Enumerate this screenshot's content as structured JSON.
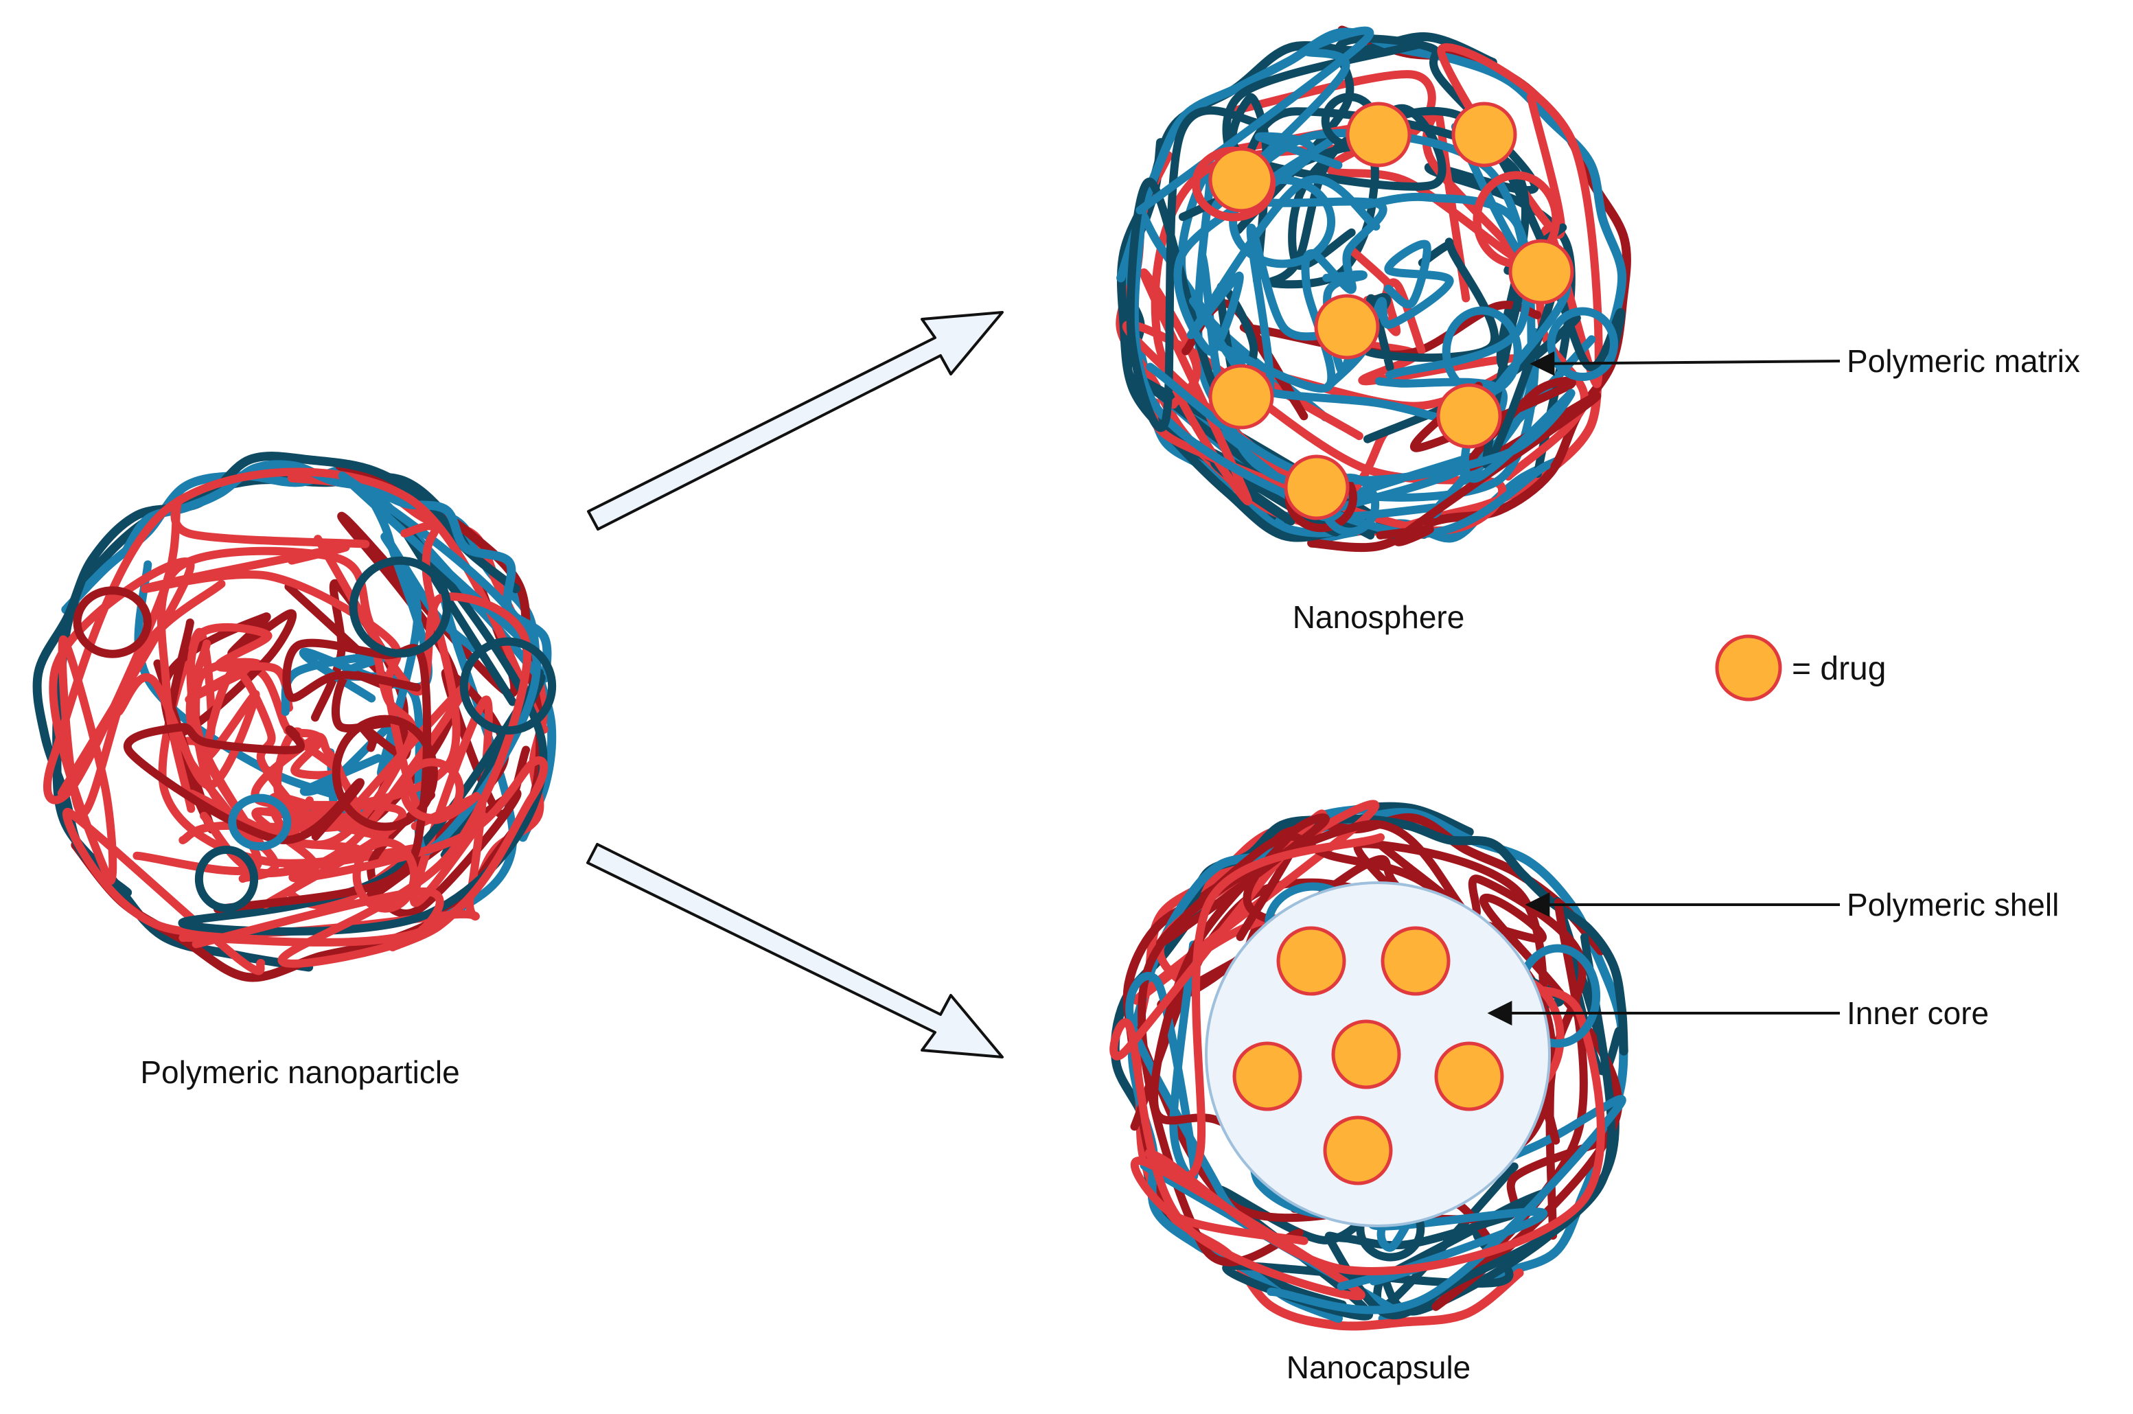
{
  "labels": {
    "polymeric_nanoparticle": "Polymeric nanoparticle",
    "nanosphere": "Nanosphere",
    "nanocapsule": "Nanocapsule",
    "polymeric_matrix": "Polymeric matrix",
    "polymeric_shell": "Polymeric shell",
    "inner_core": "Inner core",
    "drug_legend": "= drug"
  },
  "colors": {
    "polymer_dark_blue": "#0f4a63",
    "polymer_blue": "#1c7fae",
    "polymer_red": "#e0393e",
    "polymer_dark_red": "#a0161d",
    "drug_fill": "#ffb238",
    "drug_stroke": "#e0393e",
    "core_fill": "#ecf3fa",
    "arrow_fill": "#eef4fb",
    "arrow_stroke": "#111111"
  },
  "icons": {
    "drug": "drug-particle-icon",
    "polymer": "polymer-coil-icon"
  },
  "counts": {
    "nanosphere_drugs": 8,
    "nanocapsule_drugs": 6
  }
}
